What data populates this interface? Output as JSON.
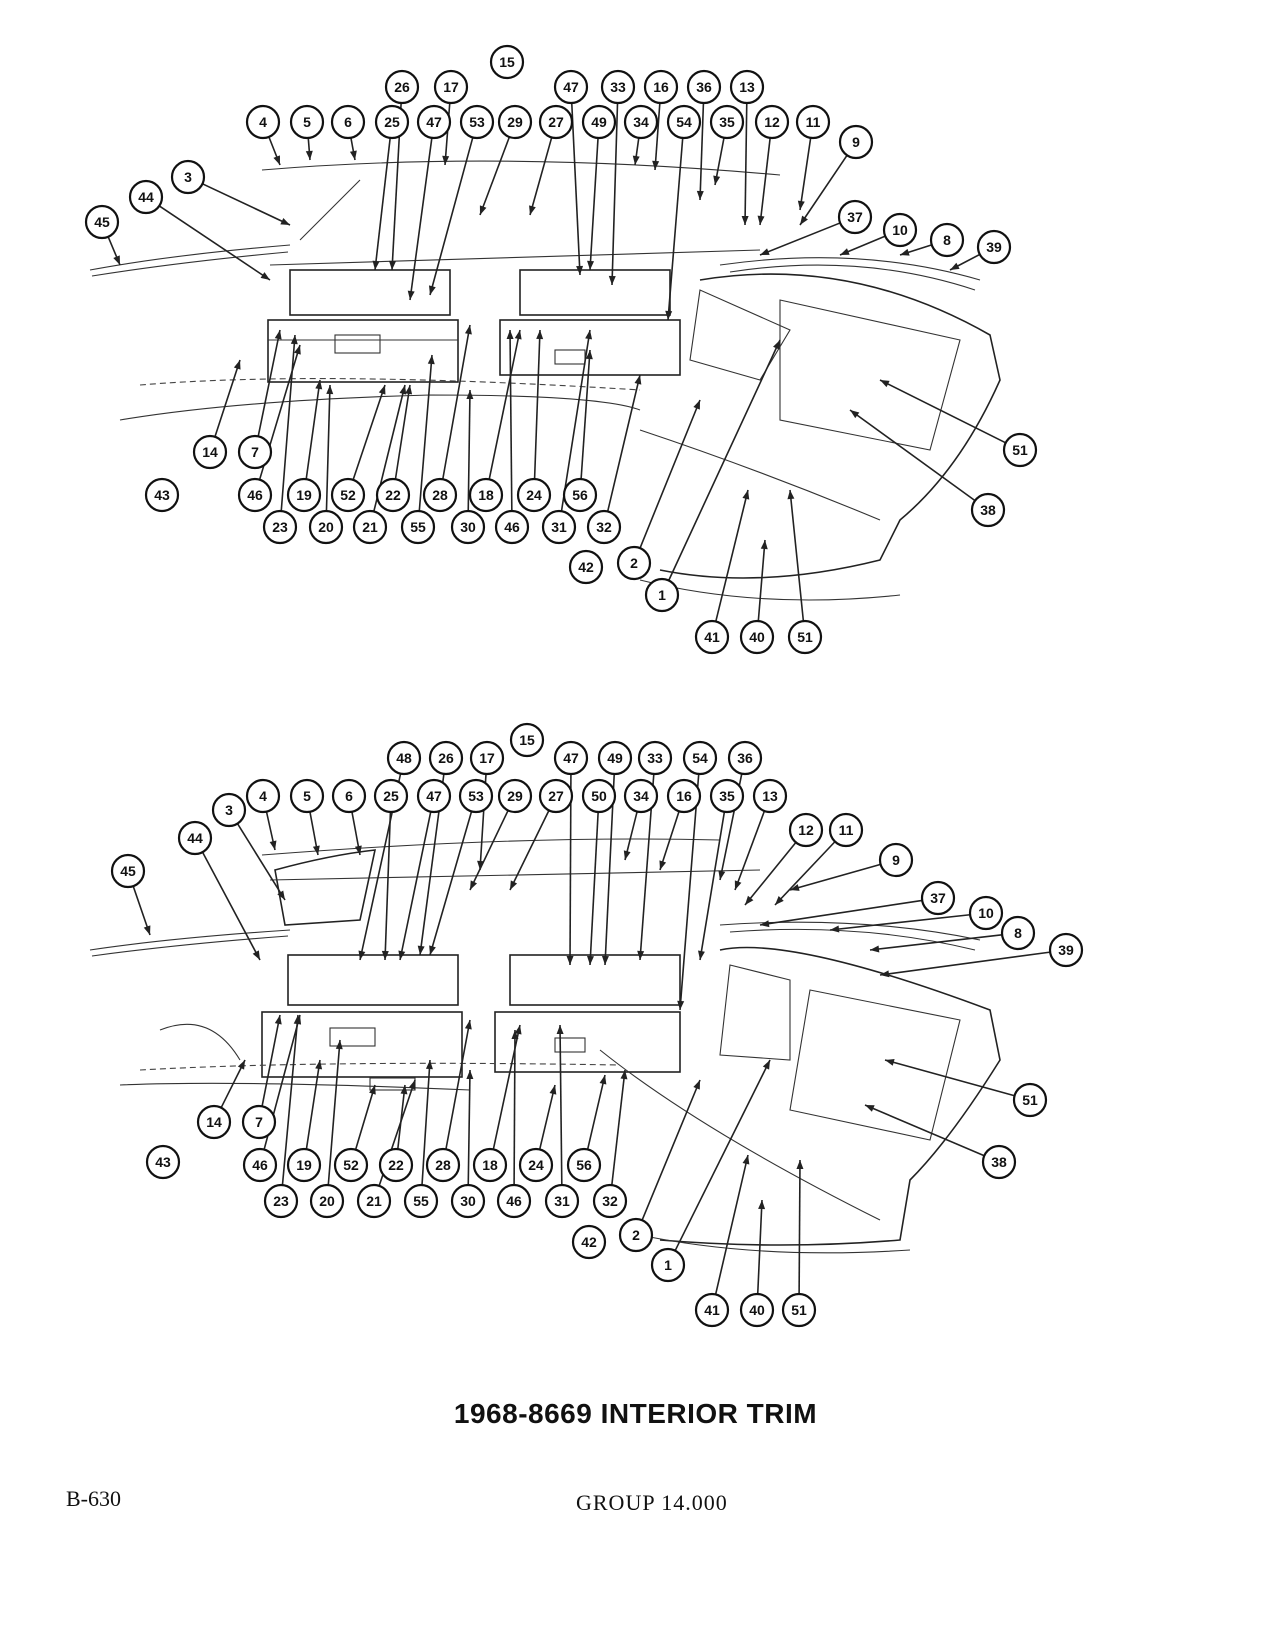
{
  "title": "1968-8669 INTERIOR TRIM",
  "page_code": "B-630",
  "group_label": "GROUP 14.000",
  "diagrams": [
    {
      "name": "upper",
      "callouts": [
        "15",
        "26",
        "17",
        "47",
        "33",
        "16",
        "36",
        "13",
        "4",
        "5",
        "6",
        "25",
        "47",
        "53",
        "29",
        "27",
        "49",
        "34",
        "54",
        "35",
        "12",
        "11",
        "9",
        "3",
        "44",
        "45",
        "37",
        "10",
        "8",
        "39",
        "14",
        "7",
        "46",
        "19",
        "52",
        "22",
        "28",
        "18",
        "24",
        "56",
        "51",
        "38",
        "43",
        "23",
        "20",
        "21",
        "55",
        "30",
        "46",
        "31",
        "32",
        "42",
        "2",
        "1",
        "41",
        "40",
        "51"
      ]
    },
    {
      "name": "lower",
      "callouts": [
        "15",
        "48",
        "26",
        "17",
        "47",
        "49",
        "33",
        "54",
        "36",
        "4",
        "5",
        "6",
        "25",
        "47",
        "53",
        "29",
        "27",
        "50",
        "34",
        "16",
        "35",
        "13",
        "3",
        "44",
        "12",
        "11",
        "9",
        "45",
        "37",
        "10",
        "8",
        "39",
        "14",
        "7",
        "46",
        "19",
        "52",
        "22",
        "28",
        "18",
        "24",
        "56",
        "51",
        "38",
        "43",
        "23",
        "20",
        "21",
        "55",
        "30",
        "46",
        "31",
        "32",
        "42",
        "2",
        "1",
        "41",
        "40",
        "51"
      ]
    }
  ]
}
